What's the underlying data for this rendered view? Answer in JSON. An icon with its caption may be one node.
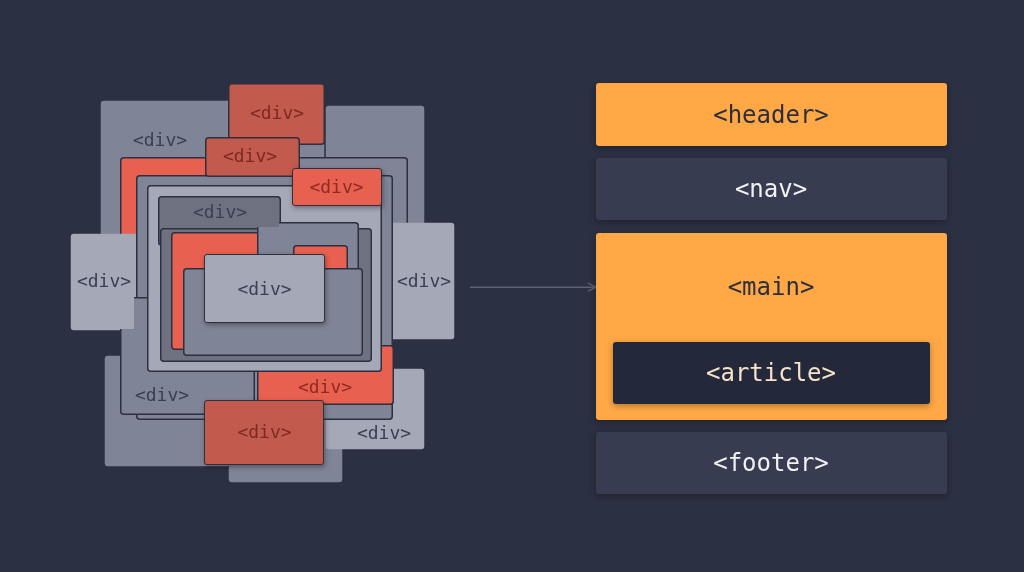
{
  "diagram": {
    "nodes": [
      {
        "text": [
          "<div>"
        ]
      },
      {
        "text": [
          "<div>"
        ]
      },
      {
        "text": [
          "<div>"
        ]
      },
      {
        "text": [
          "<div>"
        ]
      },
      {
        "text": [
          "<div>"
        ]
      },
      {
        "text": [
          "<div>"
        ]
      },
      {
        "text": [
          "<div>"
        ]
      },
      {
        "text": [
          "<div>"
        ]
      },
      {
        "text": [
          "<div>"
        ]
      },
      {
        "text": [
          "<div>"
        ]
      },
      {
        "text": [
          "<div>"
        ]
      },
      {
        "text": [
          "<div>"
        ]
      },
      {
        "text": [
          "<header>"
        ]
      },
      {
        "text": [
          "<nav>"
        ]
      },
      {
        "text": [
          "<main>"
        ]
      },
      {
        "text": [
          "<article>"
        ],
        "in": 14
      },
      {
        "text": [
          "<footer>"
        ]
      }
    ],
    "edges": [
      {
        "from": null,
        "to": 14,
        "arrow": "to"
      }
    ]
  }
}
